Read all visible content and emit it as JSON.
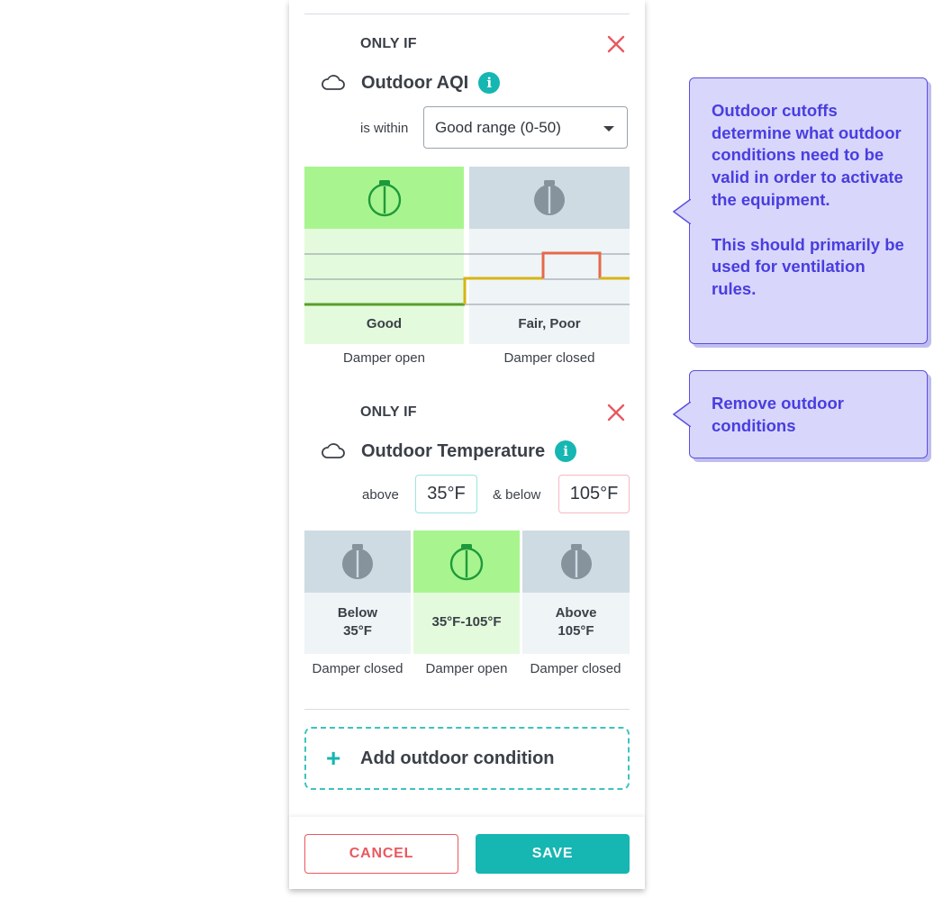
{
  "aqi_condition": {
    "only_if": "ONLY IF",
    "title": "Outdoor AQI",
    "info": "i",
    "is_within_label": "is within",
    "select_value": "Good range (0-50)",
    "tiles": [
      {
        "label": "Good",
        "caption": "Damper open",
        "state": "open"
      },
      {
        "label": "Fair, Poor",
        "caption": "Damper closed",
        "state": "closed"
      }
    ]
  },
  "temp_condition": {
    "only_if": "ONLY IF",
    "title": "Outdoor Temperature",
    "info": "i",
    "above_label": "above",
    "above_value": "35°F",
    "below_label": "& below",
    "below_value": "105°F",
    "tiles": [
      {
        "label_line1": "Below",
        "label_line2": "35°F",
        "caption": "Damper closed",
        "state": "closed"
      },
      {
        "label_line1": "35°F-105°F",
        "label_line2": "",
        "caption": "Damper open",
        "state": "open"
      },
      {
        "label_line1": "Above",
        "label_line2": "105°F",
        "caption": "Damper closed",
        "state": "closed"
      }
    ]
  },
  "add_condition": {
    "plus": "+",
    "label": "Add outdoor condition"
  },
  "footer": {
    "cancel_label": "CANCEL",
    "save_label": "SAVE"
  },
  "callouts": {
    "cutoffs": {
      "para1": "Outdoor cutoffs determine what outdoor conditions need to be valid in order to activate the equipment.",
      "para2": "This should primarily be used for ventilation rules."
    },
    "remove": {
      "text": "Remove outdoor conditions"
    }
  },
  "icons": {
    "close": "close-x-icon",
    "cloud": "cloud-icon",
    "info": "info-icon",
    "damper": "damper-icon",
    "caret": "chevron-down-icon",
    "plus": "plus-icon"
  },
  "colors": {
    "accent": "#16b6b2",
    "danger": "#e8595f",
    "open_green": "#a8f58f",
    "open_green_light": "#e3fbdc",
    "closed_gray": "#cfdbe2",
    "closed_gray_light": "#eff4f7",
    "callout_bg": "#d8d7fb",
    "callout_text": "#4a3de0"
  }
}
